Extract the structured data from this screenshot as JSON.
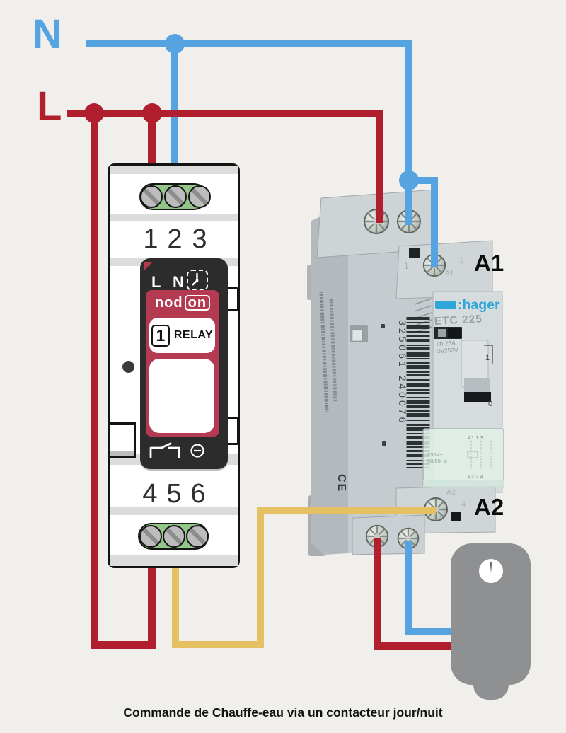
{
  "diagram": {
    "caption": "Commande de Chauffe-eau via un contacteur jour/nuit",
    "neutral_label": "N",
    "live_label": "L"
  },
  "relay_module": {
    "top_terminals": [
      "1",
      "2",
      "3"
    ],
    "bottom_terminals": [
      "4",
      "5",
      "6"
    ],
    "wiring_header": {
      "live": "L",
      "neutral": "N"
    },
    "logo": {
      "part1": "nod",
      "part2": "on"
    },
    "relay_badge": {
      "number": "1",
      "label": "RELAY"
    }
  },
  "contactor": {
    "brand": ":hager",
    "model": "ETC 225",
    "rating_current": "Ith 25A",
    "rating_voltage": "Ue250V~",
    "serial_number": "325061 240076",
    "ce_mark": "CE",
    "terminal_a1_label": "A1",
    "terminal_a2_label": "A2",
    "marks": {
      "pole1": "1",
      "pole3": "3",
      "a1_small": "A1",
      "a2_small": "A2",
      "pole4": "4",
      "switch_on": "1",
      "switch_off": "0"
    },
    "label_flap": {
      "row_top": "A1 1 3",
      "row_bottom": "A2 2 4",
      "coil_voltage": "230V~",
      "frequency": "50/60Hz"
    }
  },
  "colors": {
    "background": "#f0efec",
    "wire_blue": "#55a4e1",
    "wire_red": "#b11f2f",
    "wire_yellow": "#e5c163",
    "crimson": "#b43a52",
    "terminal_green": "#93c688",
    "brand_blue": "#2ea7d8",
    "heater_gray": "#8f9092"
  }
}
